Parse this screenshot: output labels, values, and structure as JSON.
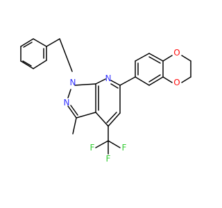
{
  "atom_labels": {
    "n1": "N",
    "n2": "N",
    "n7": "N",
    "o1": "O",
    "o4": "O",
    "f1": "F",
    "f2": "F",
    "f3": "F"
  },
  "colors": {
    "carbon_bond": "#000000",
    "nitrogen": "#3333ff",
    "oxygen": "#ff0d0d",
    "fluorine": "#33cc33",
    "background": "#ffffff"
  }
}
